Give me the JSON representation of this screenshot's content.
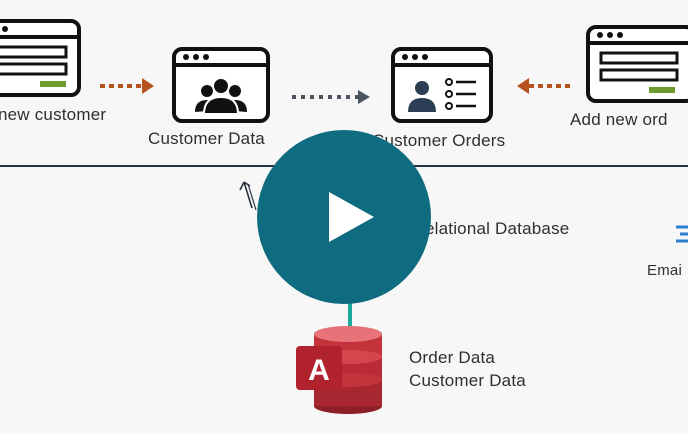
{
  "diagram": {
    "left_label": "new customer",
    "customer_data_label": "Customer Data",
    "customer_orders_label": "Customer Orders",
    "right_label": "Add new ord",
    "relational_label": "elational Database",
    "email_label": "Emai",
    "db_app_letter": "A",
    "db_contents": [
      "Order Data",
      "Customer Data"
    ]
  },
  "video": {
    "play_icon": "play-icon"
  },
  "colors": {
    "accent_orange": "#b5521d",
    "play_teal": "#0f6b80",
    "connector_teal": "#1aa99a",
    "green_bar": "#6f9a2c",
    "access_red": "#c4323c",
    "email_blue": "#2f7fd0"
  }
}
